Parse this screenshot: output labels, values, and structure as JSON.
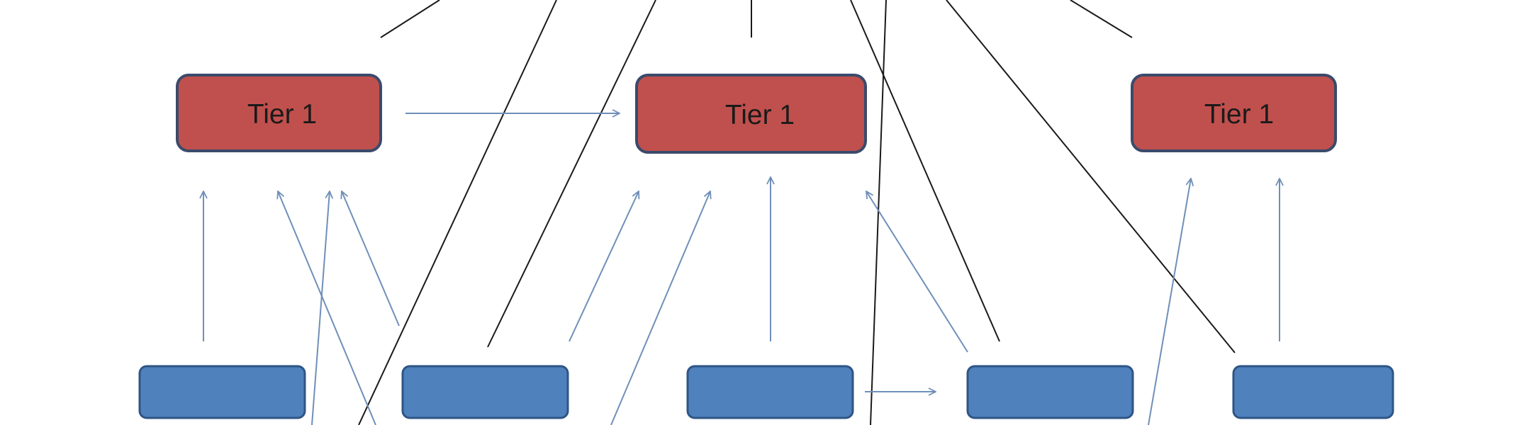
{
  "colors": {
    "tier1_fill": "#c0504d",
    "tier1_stroke": "#3b4a6b",
    "tier2_fill": "#4f81bd",
    "tier2_stroke": "#2e5585",
    "arrow": "#6f8fb8",
    "line": "#1a1a1a"
  },
  "tier1_nodes": [
    {
      "label": "Tier 1"
    },
    {
      "label": "Tier 1"
    },
    {
      "label": "Tier 1"
    }
  ],
  "tier2_nodes": [
    {
      "label": ""
    },
    {
      "label": ""
    },
    {
      "label": ""
    },
    {
      "label": ""
    },
    {
      "label": ""
    }
  ]
}
